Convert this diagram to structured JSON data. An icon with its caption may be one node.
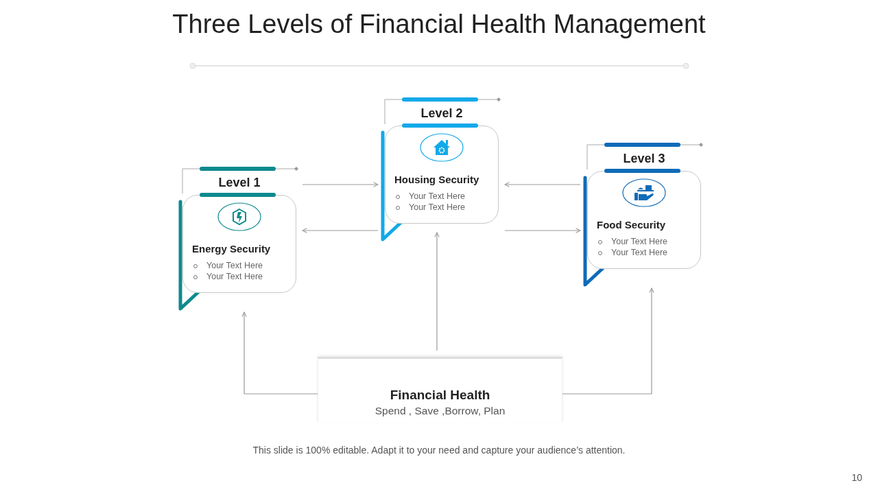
{
  "diagram": {
    "title": "Three Levels of Financial Health Management",
    "nodes": [
      {
        "text": [
          "Level 1",
          "Energy Security",
          "Your Text Here",
          "Your Text Here"
        ]
      },
      {
        "text": [
          "Level 2",
          "Housing Security",
          "Your Text Here",
          "Your Text Here"
        ]
      },
      {
        "text": [
          "Level 3",
          "Food Security",
          "Your Text Here",
          "Your Text Here"
        ]
      },
      {
        "text": [
          "Financial Health",
          "Spend , Save ,Borrow, Plan"
        ]
      }
    ],
    "edges": [
      {
        "from": 0,
        "to": 1,
        "arrow": "to"
      },
      {
        "from": 1,
        "to": 0,
        "arrow": "to"
      },
      {
        "from": 2,
        "to": 1,
        "arrow": "to"
      },
      {
        "from": 1,
        "to": 2,
        "arrow": "to"
      },
      {
        "from": 3,
        "to": 0,
        "arrow": "to"
      },
      {
        "from": 3,
        "to": 1,
        "arrow": "to"
      },
      {
        "from": 3,
        "to": 2,
        "arrow": "to"
      }
    ],
    "labels": [
      "This slide is 100% editable. Adapt it to your need and capture your audience’s attention.",
      "10"
    ]
  }
}
